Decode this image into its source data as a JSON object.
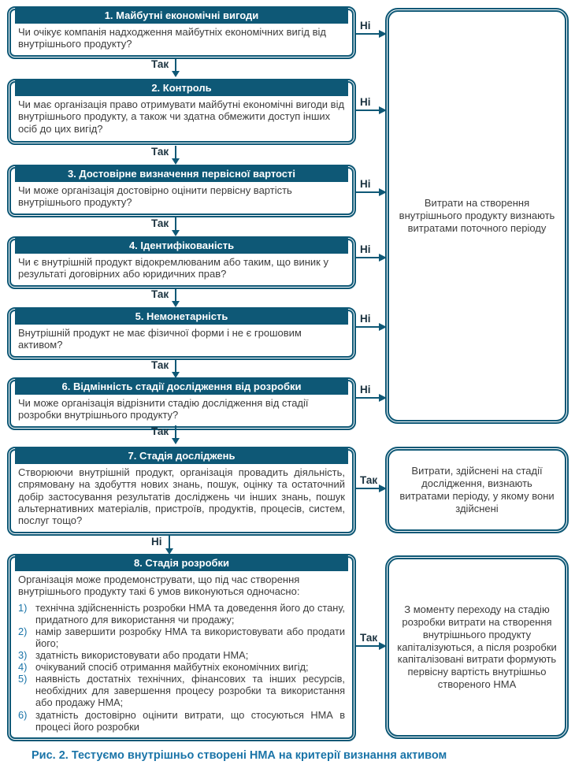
{
  "colors": {
    "box_teal": "#0e5876",
    "caption_blue": "#1a74a8",
    "body_text": "#3c3c3c",
    "branch_label": "#1c3340",
    "list_number_blue": "#1a74a8"
  },
  "steps": [
    {
      "title": "1. Майбутні економічні вигоди",
      "question": "Чи очікує компанія надходження майбутніх економічних вигід від внутрішнього продукту?",
      "side_label": "Ні",
      "down_label": "Так"
    },
    {
      "title": "2. Контроль",
      "question": "Чи має організація право отримувати майбутні економічні вигоди від внутрішнього продукту, а також чи здатна обмежити доступ інших осіб до цих вигід?",
      "side_label": "Ні",
      "down_label": "Так"
    },
    {
      "title": "3. Достовірне визначення первісної вартості",
      "question": "Чи може організація достовірно оцінити первісну вартість внутрішнього продукту?",
      "side_label": "Ні",
      "down_label": "Так"
    },
    {
      "title": "4. Ідентифікованість",
      "question": "Чи є внутрішній продукт відокремлюваним або таким, що виник у результаті договірних або юридичних прав?",
      "side_label": "Ні",
      "down_label": "Так"
    },
    {
      "title": "5. Немонетарність",
      "question": "Внутрішній продукт не має фізичної форми і не є грошовим активом?",
      "side_label": "Ні",
      "down_label": "Так"
    },
    {
      "title": "6. Відмінність стадії дослідження від розробки",
      "question": "Чи може організація відрізнити стадію дослідження від стадії розробки внутрішнього продукту?",
      "side_label": "Ні",
      "down_label": "Так"
    },
    {
      "title": "7. Стадія досліджень",
      "question": "Створюючи внутрішній продукт, організація провадить діяльність, спрямовану на здобуття нових знань, пошук, оцінку та остаточний добір застосування результатів досліджень чи інших знань, пошук альтернативних матеріалів, пристроїв, продуктів, процесів, систем, послуг тощо?",
      "side_label": "Так",
      "down_label": "Ні"
    },
    {
      "title": "8. Стадія розробки",
      "intro": "Організація може продемонструвати, що під час створення внутрішнього продукту такі 6 умов виконуються одночасно:",
      "items": [
        {
          "n": "1)",
          "text": "технічна здійсненність розробки НМА та доведення його до стану, придатного для використання чи продажу;"
        },
        {
          "n": "2)",
          "text": "намір завершити розробку НМА та використовувати або продати його;"
        },
        {
          "n": "3)",
          "text": "здатність використовувати або продати НМА;"
        },
        {
          "n": "4)",
          "text": "очікуваний спосіб отримання майбутніх економічних вигід;"
        },
        {
          "n": "5)",
          "text": "наявність достатніх технічних, фінансових та інших ресурсів, необхідних для завершення процесу розробки та використання або продажу НМА;"
        },
        {
          "n": "6)",
          "text": "здатність достовірно оцінити витрати, що стосуються НМА в процесі його розробки"
        }
      ],
      "side_label": "Так"
    }
  ],
  "outcomes": [
    {
      "text": "Витрати на створення внутрішнього продукту визнають витратами поточного періоду"
    },
    {
      "text": "Витрати, здійснені на стадії дослідження, визнають витратами періоду, у якому вони здійснені"
    },
    {
      "text": "З моменту переходу на стадію розробки витрати на створення внутрішнього продукту капіталізуються, а після розробки капіталізовані витрати формують первісну вартість внутрішньо створеного НМА"
    }
  ],
  "figure": {
    "caption": "Рис. 2. Тестуємо внутрішньо створені НМА на критерії визнання активом"
  }
}
